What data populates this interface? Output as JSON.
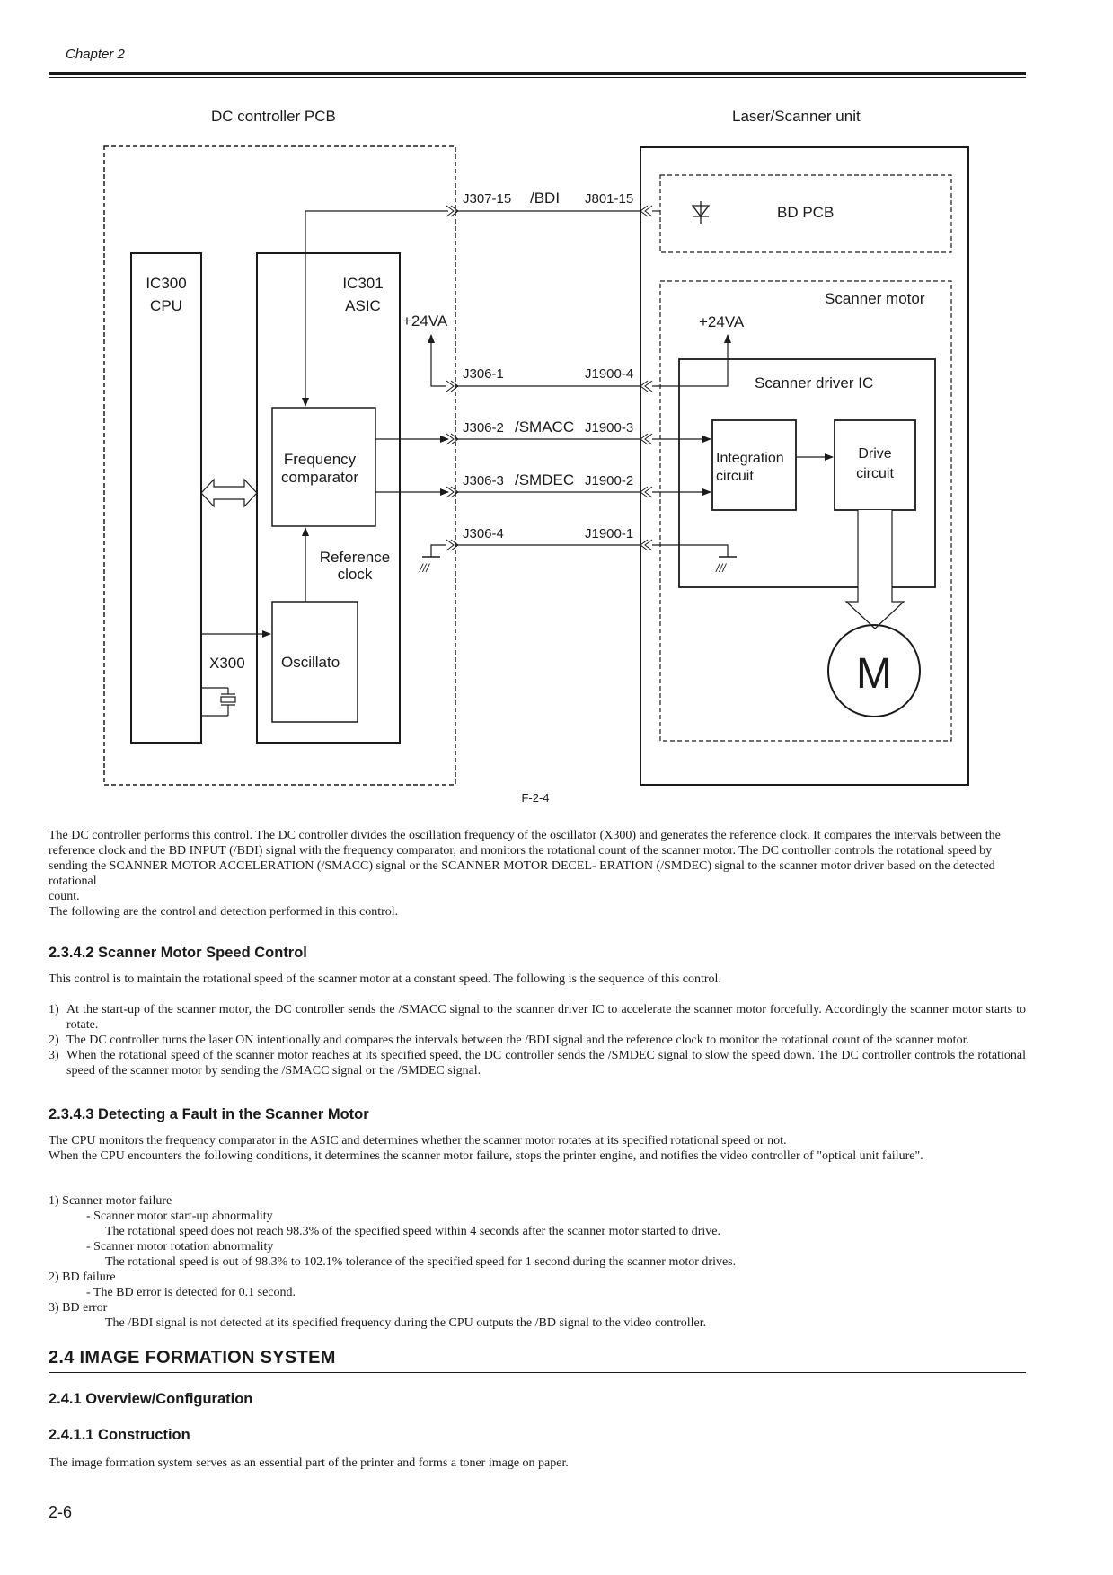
{
  "header": {
    "chapter": "Chapter 2"
  },
  "diagram": {
    "title_left": "DC controller PCB",
    "title_right": "Laser/Scanner unit",
    "ic300_line1": "IC300",
    "ic300_line2": "CPU",
    "ic301_line1": "IC301",
    "ic301_line2": "ASIC",
    "freq_line1": "Frequency",
    "freq_line2": "comparator",
    "ref_line1": "Reference",
    "ref_line2": "clock",
    "oscillator": "Oscillato",
    "x300": "X300",
    "v24_left": "+24VA",
    "v24_right": "+24VA",
    "j307_15": "J307-15",
    "sig_bdi": "/BDI",
    "j801_15": "J801-15",
    "j306_1": "J306-1",
    "j1900_4": "J1900-4",
    "j306_2": "J306-2",
    "sig_smacc": "/SMACC",
    "j1900_3": "J1900-3",
    "j306_3": "J306-3",
    "sig_smdec": "/SMDEC",
    "j1900_2": "J1900-2",
    "j306_4": "J306-4",
    "j1900_1": "J1900-1",
    "bd_pcb": "BD PCB",
    "scanner_motor": "Scanner motor",
    "driver_ic": "Scanner driver IC",
    "integ_line1": "Integration",
    "integ_line2": "circuit",
    "drive_line1": "Drive",
    "drive_line2": "circuit",
    "motor_symbol": "M",
    "ground_left": "///",
    "ground_right": "///",
    "figure_label": "F-2-4"
  },
  "intro": {
    "p1": "The DC controller performs this control. The DC controller divides the oscillation frequency of the oscillator (X300) and generates the reference clock. It compares the intervals between the reference clock and the BD INPUT (/BDI) signal with the frequency comparator, and monitors the rotational count of the scanner motor. The DC controller controls the rotational speed by sending the SCANNER MOTOR ACCELERATION (/SMACC) signal or the SCANNER MOTOR DECEL- ERATION (/SMDEC) signal to the scanner motor driver based on the detected rotational",
    "p1_end": "count.",
    "p2": "The following are the control and detection performed in this control."
  },
  "sec_2342": {
    "heading": "2.3.4.2 Scanner Motor Speed Control",
    "text": "This control is to maintain the rotational speed of the scanner motor at a constant speed. The following is the sequence of this control.",
    "items": [
      {
        "num": "1)",
        "text": "At the start-up of the scanner motor, the DC controller sends the /SMACC signal to the scanner driver IC to accelerate the scanner motor forcefully. Accordingly the scanner motor starts to rotate."
      },
      {
        "num": "2)",
        "text": "The DC controller turns the laser ON intentionally and compares the intervals between the /BDI signal and the reference clock to monitor the rotational count of the scanner motor."
      },
      {
        "num": "3)",
        "text": "When the rotational speed of the scanner motor reaches at its specified speed, the DC controller sends the /SMDEC signal to slow the speed down. The DC controller controls the rotational speed of the scanner motor by sending the /SMACC signal or the /SMDEC signal."
      }
    ]
  },
  "sec_2343": {
    "heading": "2.3.4.3 Detecting a Fault in the Scanner Motor",
    "p1": "The CPU monitors the frequency comparator in the ASIC and determines whether the scanner motor rotates at its specified rotational speed or not.",
    "p2": "When the CPU encounters the following conditions, it determines the scanner motor failure, stops the printer engine, and notifies the video controller of \"optical unit failure\".",
    "l1": "1) Scanner motor failure",
    "l1a": "- Scanner motor start-up abnormality",
    "l1a_desc": "The rotational speed does not reach 98.3% of the specified speed within 4 seconds after the scanner motor started to drive.",
    "l1b": "- Scanner motor rotation abnormality",
    "l1b_desc": "The rotational speed is out of 98.3% to 102.1% tolerance of the specified speed for 1 second during the scanner motor drives.",
    "l2": "2) BD failure",
    "l2a": "- The BD error is detected for 0.1 second.",
    "l3": "3) BD error",
    "l3_desc": "The /BDI signal is not detected at its specified frequency during the CPU outputs the /BD signal to the video controller."
  },
  "sec_24": {
    "heading": "2.4 IMAGE FORMATION SYSTEM"
  },
  "sec_241": {
    "heading": "2.4.1 Overview/Configuration"
  },
  "sec_2411": {
    "heading": "2.4.1.1 Construction",
    "text": "The image formation system serves as an essential part of the printer and forms a toner image on paper."
  },
  "footer": {
    "page_number": "2-6"
  }
}
